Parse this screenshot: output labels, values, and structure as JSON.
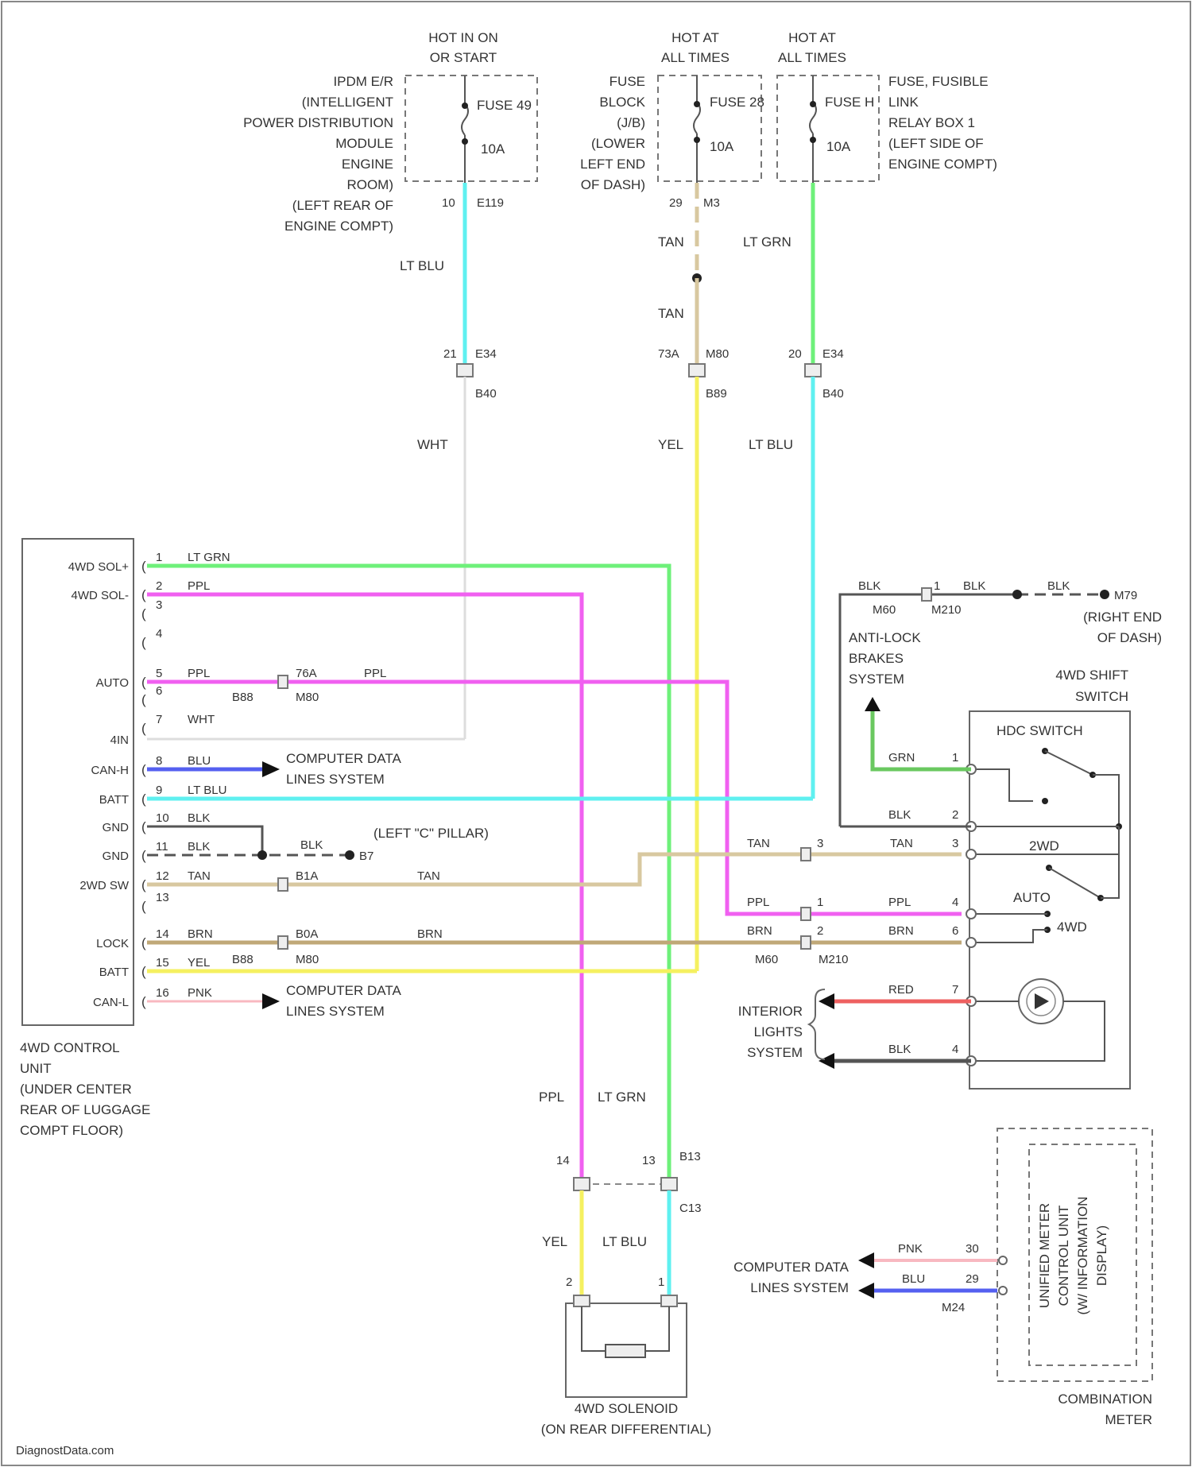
{
  "power": {
    "hot1": [
      "HOT IN ON",
      "OR START"
    ],
    "hot2": [
      "HOT AT",
      "ALL TIMES"
    ],
    "hot3": [
      "HOT AT",
      "ALL TIMES"
    ],
    "ipdm": [
      "IPDM E/R",
      "(INTELLIGENT",
      "POWER DISTRIBUTION",
      "MODULE",
      "ENGINE",
      "ROOM)",
      "(LEFT REAR OF",
      "ENGINE COMPT)"
    ],
    "fuse_block": [
      "FUSE",
      "BLOCK",
      "(J/B)",
      "(LOWER",
      "LEFT END",
      "OF DASH)"
    ],
    "fusible_link": [
      "FUSE, FUSIBLE",
      "LINK",
      "RELAY BOX 1",
      "(LEFT SIDE OF",
      "ENGINE COMPT)"
    ],
    "fuse1": {
      "name": "FUSE 49",
      "amp": "10A"
    },
    "fuse2": {
      "name": "FUSE 28",
      "amp": "10A"
    },
    "fuse3": {
      "name": "FUSE H",
      "amp": "10A"
    }
  },
  "connectors": {
    "c_e119": "E119",
    "c_e119_pin": "10",
    "c_m3_pin": "29",
    "c_m3": "M3",
    "c_e34a": "E34",
    "c_e34a_pin": "21",
    "c_b40a": "B40",
    "c_m80": "M80",
    "c_m80_pin": "73A",
    "c_b89": "B89",
    "c_e34b": "E34",
    "c_e34b_pin": "20",
    "c_b40b": "B40",
    "c_b13": "B13",
    "c_b13_pin": "13",
    "c_c13": "C13",
    "c_b13_pin2": "14"
  },
  "wires": {
    "lt_blu": "LT BLU",
    "tan": "TAN",
    "lt_grn": "LT GRN",
    "tan2": "TAN",
    "wht": "WHT",
    "yel": "YEL",
    "lt_blu2": "LT BLU",
    "ppl_sol": "PPL",
    "ltgrn_sol": "LT GRN",
    "yel_sol": "YEL",
    "ltblu_sol": "LT BLU"
  },
  "control_unit": {
    "label": [
      "4WD CONTROL",
      "UNIT",
      "(UNDER CENTER",
      "REAR OF LUGGAGE",
      "COMPT FLOOR)"
    ],
    "pins": [
      {
        "name": "4WD SOL+",
        "num": "1",
        "color": "LT GRN"
      },
      {
        "name": "4WD SOL-",
        "num": "2",
        "color": "PPL"
      },
      {
        "name": "",
        "num": "3",
        "color": ""
      },
      {
        "name": "",
        "num": "4",
        "color": ""
      },
      {
        "name": "AUTO",
        "num": "5",
        "color": "PPL"
      },
      {
        "name": "",
        "num": "6",
        "color": ""
      },
      {
        "name": "",
        "num": "7",
        "color": "WHT"
      },
      {
        "name": "4IN",
        "num": "",
        "color": ""
      },
      {
        "name": "CAN-H",
        "num": "8",
        "color": "BLU"
      },
      {
        "name": "BATT",
        "num": "9",
        "color": "LT BLU"
      },
      {
        "name": "GND",
        "num": "10",
        "color": "BLK"
      },
      {
        "name": "GND",
        "num": "11",
        "color": "BLK"
      },
      {
        "name": "2WD SW",
        "num": "12",
        "color": "TAN"
      },
      {
        "name": "",
        "num": "13",
        "color": ""
      },
      {
        "name": "LOCK",
        "num": "14",
        "color": "BRN"
      },
      {
        "name": "BATT",
        "num": "15",
        "color": "YEL"
      },
      {
        "name": "CAN-L",
        "num": "16",
        "color": "PNK"
      }
    ]
  },
  "inline": {
    "b88a": "B88",
    "m80a": "M80",
    "c76a": "76A",
    "ppl_a": "PPL",
    "b1a": "B1A",
    "tan_a": "TAN",
    "b0a": "B0A",
    "brn_a": "BRN",
    "b88b": "B88",
    "m80b": "M80"
  },
  "can_h": [
    "COMPUTER DATA",
    "LINES SYSTEM"
  ],
  "can_l": [
    "COMPUTER DATA",
    "LINES SYSTEM"
  ],
  "ground": {
    "wire": "BLK",
    "name": "B7",
    "loc": "(LEFT \"C\" PILLAR)"
  },
  "switch": {
    "title": [
      "4WD SHIFT",
      "SWITCH"
    ],
    "hdc": "HDC SWITCH",
    "p2wd": "2WD",
    "pauto": "AUTO",
    "p4wd": "4WD",
    "rows": [
      {
        "wire": "GRN",
        "pin": "1"
      },
      {
        "wire": "BLK",
        "pin": "2"
      },
      {
        "wire": "TAN",
        "pin": "3"
      },
      {
        "wire": "PPL",
        "pin": "4"
      },
      {
        "wire": "BRN",
        "pin": "6"
      },
      {
        "wire": "RED",
        "pin": "7"
      },
      {
        "wire": "BLK",
        "pin": "4"
      }
    ],
    "left_rows": [
      {
        "wire": "TAN",
        "pin": "3"
      },
      {
        "wire": "PPL",
        "pin": "1"
      },
      {
        "wire": "BRN",
        "pin": "2"
      }
    ],
    "m60": "M60",
    "m210": "M210"
  },
  "abs": {
    "blk1": "BLK",
    "m60": "M60",
    "pin": "1",
    "m210": "M210",
    "blk2": "BLK",
    "blk3": "BLK",
    "gnd": "M79",
    "gnd_loc": [
      "(RIGHT END",
      "OF DASH)"
    ],
    "label": [
      "ANTI-LOCK",
      "BRAKES",
      "SYSTEM"
    ]
  },
  "interior": [
    "INTERIOR",
    "LIGHTS",
    "SYSTEM"
  ],
  "solenoid": {
    "label": [
      "4WD SOLENOID",
      "(ON REAR DIFFERENTIAL)"
    ],
    "pin2": "2",
    "pin1": "1"
  },
  "meter": {
    "label": [
      "COMBINATION",
      "METER"
    ],
    "inner": [
      "UNIFIED METER",
      "CONTROL UNIT",
      "(W/ INFORMATION",
      "DISPLAY)"
    ],
    "pnk": "PNK",
    "blu": "BLU",
    "p1": "30",
    "p2": "29",
    "m24": "M24",
    "sys": [
      "COMPUTER DATA",
      "LINES SYSTEM"
    ]
  },
  "watermark": "DiagnostData.com",
  "colors": {
    "lt_blu": "#5ff0f0",
    "tan": "#d8c8a0",
    "lt_grn": "#6ef07a",
    "yel": "#f5f060",
    "ppl": "#f060f0",
    "blu": "#5560f0",
    "brn": "#c0a878",
    "pnk": "#f8b8c0",
    "red": "#ee6060",
    "grn": "#6ac860",
    "blk": "#555555",
    "wht": "#dddddd"
  }
}
